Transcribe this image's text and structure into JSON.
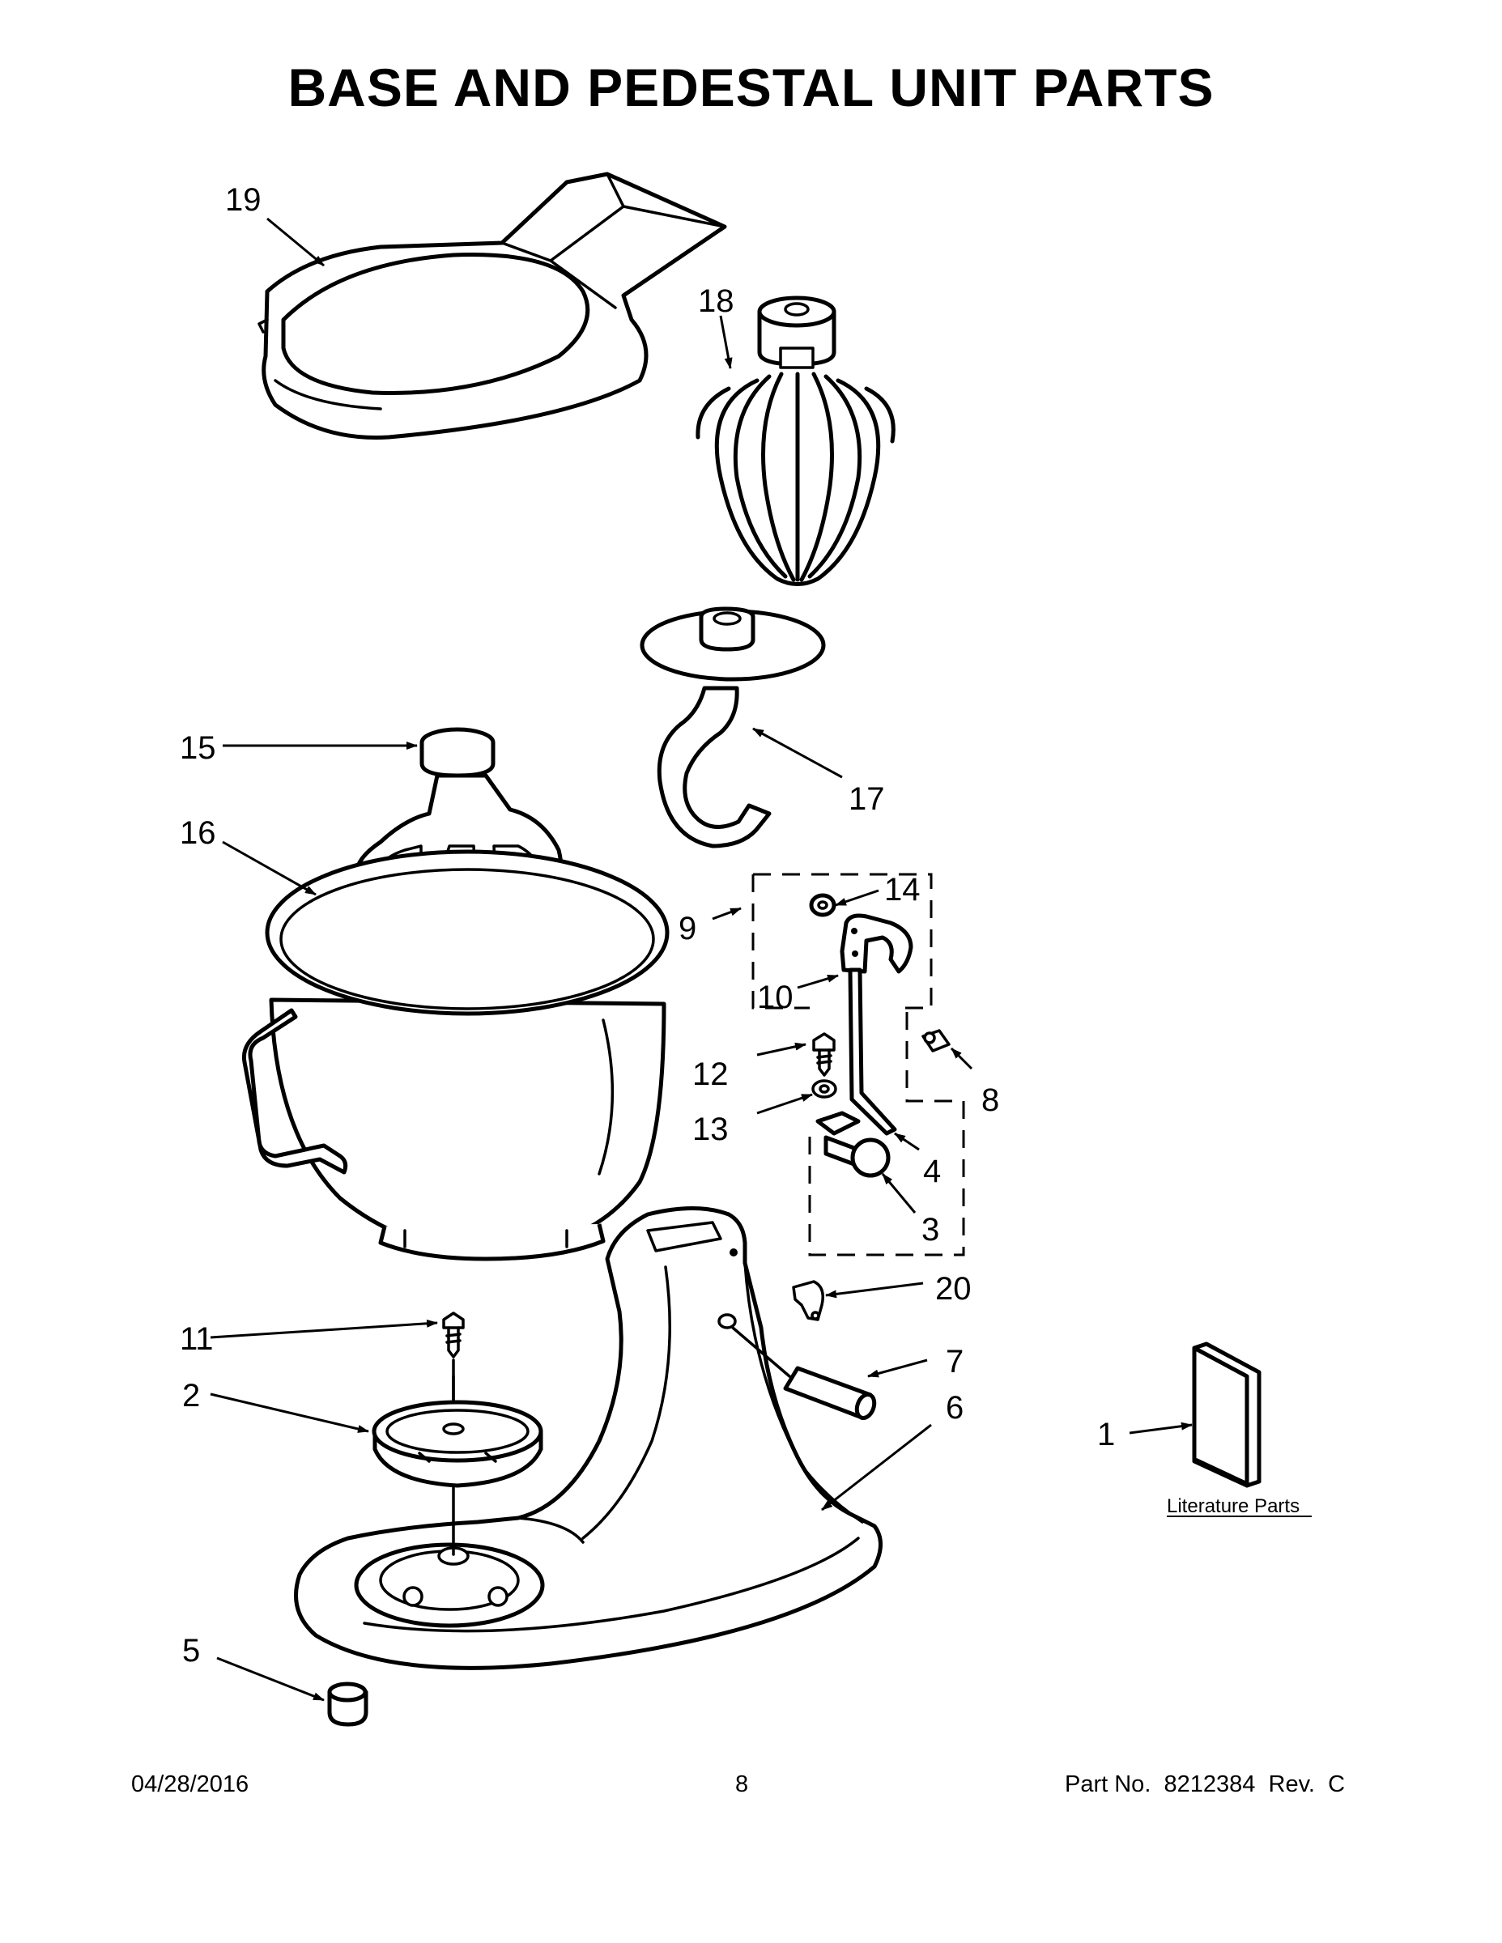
{
  "title": "BASE AND PEDESTAL UNIT PARTS",
  "callouts": [
    "19",
    "18",
    "15",
    "17",
    "16",
    "9",
    "14",
    "10",
    "12",
    "8",
    "13",
    "4",
    "3",
    "20",
    "11",
    "7",
    "2",
    "6",
    "1",
    "5"
  ],
  "literature_label": "Literature Parts",
  "footer": {
    "date": "04/28/2016",
    "page": "8",
    "part_no": "Part No.  8212384  Rev.  C"
  }
}
